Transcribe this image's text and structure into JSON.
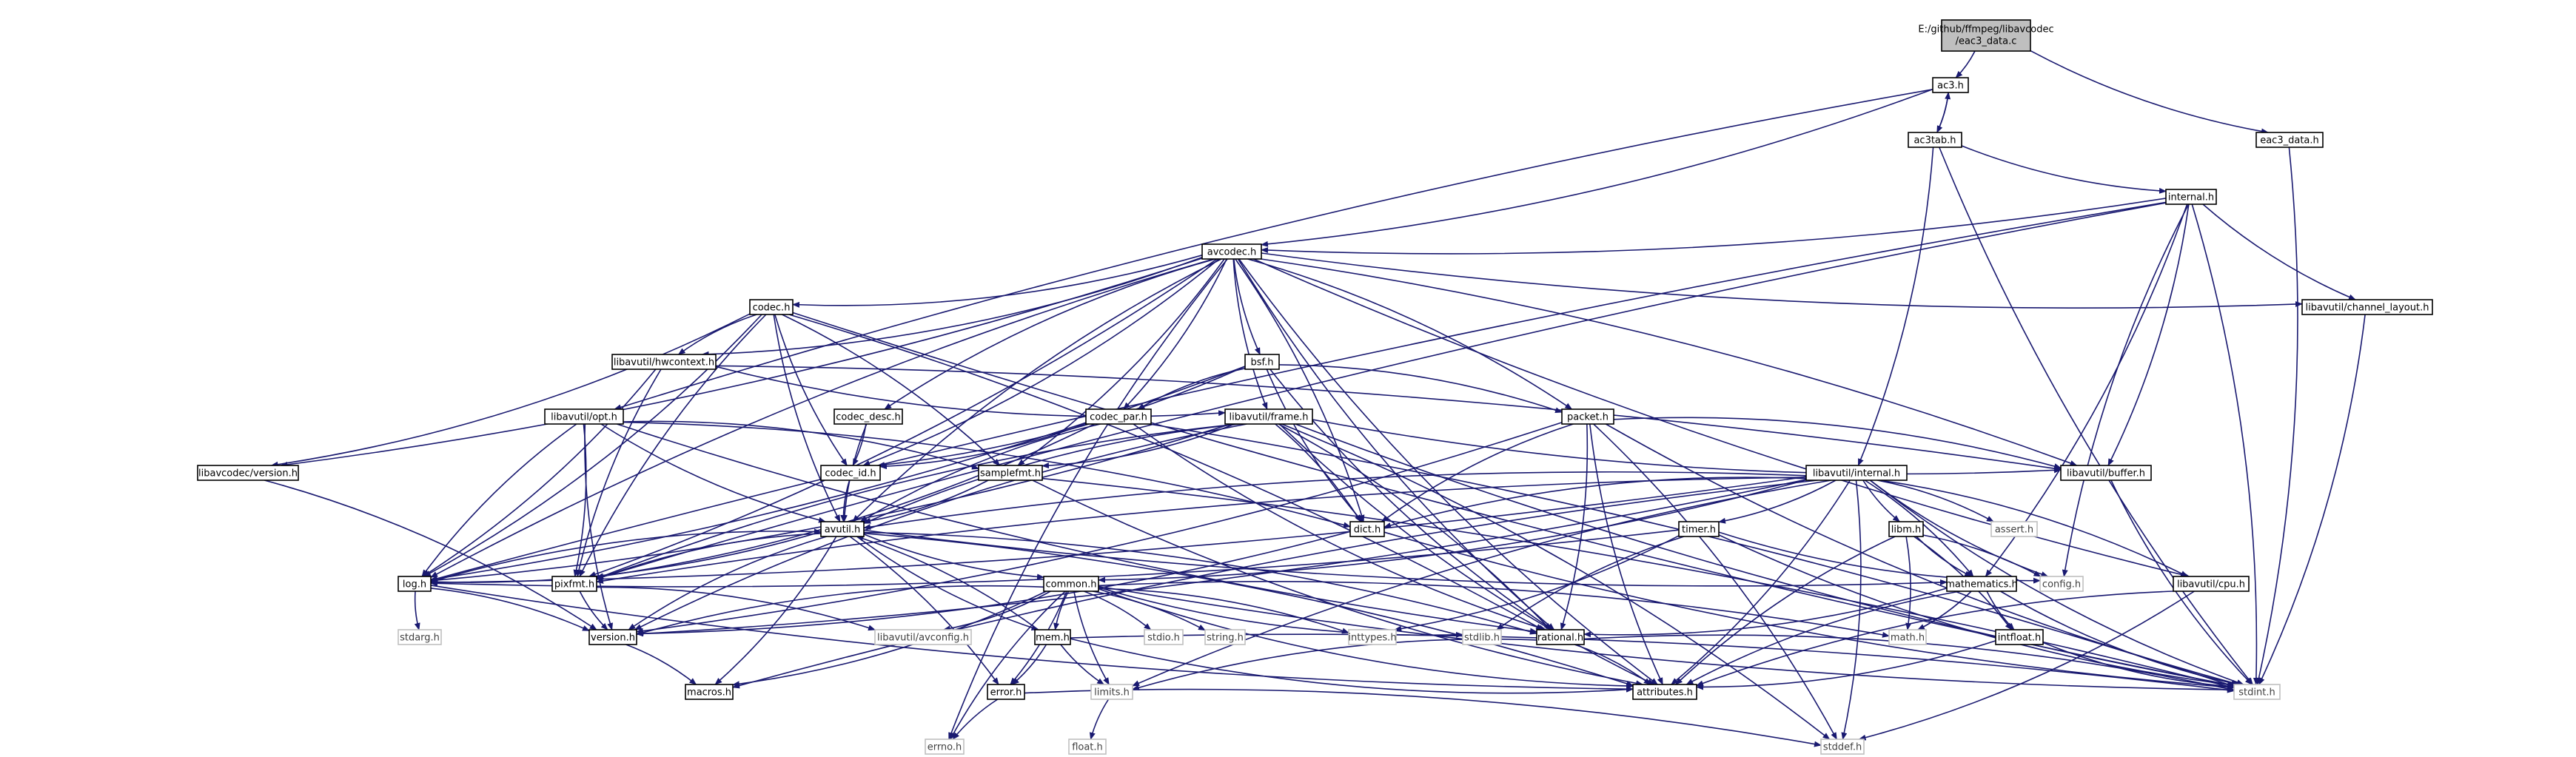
{
  "title": "E:/github/ffmpeg/libavcodec/eac3_data.c",
  "colors": {
    "edge": "#191970",
    "root_fill": "#bfbfbf",
    "box_border": "#000000",
    "system_border": "#bfbfbf",
    "system_text": "#404040"
  },
  "nodes": {
    "root": {
      "label_line1": "E:/github/ffmpeg/libavcodec",
      "label_line2": "/eac3_data.c",
      "kind": "root"
    },
    "ac3": {
      "label": "ac3.h",
      "kind": "normal"
    },
    "eac3data": {
      "label": "eac3_data.h",
      "kind": "normal"
    },
    "ac3tab": {
      "label": "ac3tab.h",
      "kind": "normal"
    },
    "internal": {
      "label": "internal.h",
      "kind": "normal"
    },
    "avcodec": {
      "label": "avcodec.h",
      "kind": "normal"
    },
    "chlayout": {
      "label": "libavutil/channel_layout.h",
      "kind": "normal"
    },
    "codec": {
      "label": "codec.h",
      "kind": "normal"
    },
    "hwctx": {
      "label": "libavutil/hwcontext.h",
      "kind": "normal"
    },
    "bsf": {
      "label": "bsf.h",
      "kind": "normal"
    },
    "codecdesc": {
      "label": "codec_desc.h",
      "kind": "normal"
    },
    "codecpar": {
      "label": "codec_par.h",
      "kind": "normal"
    },
    "frame": {
      "label": "libavutil/frame.h",
      "kind": "normal"
    },
    "packet": {
      "label": "packet.h",
      "kind": "normal"
    },
    "opt": {
      "label": "libavutil/opt.h",
      "kind": "normal"
    },
    "avcver": {
      "label": "libavcodec/version.h",
      "kind": "normal"
    },
    "codecid": {
      "label": "codec_id.h",
      "kind": "normal"
    },
    "samplefmt": {
      "label": "samplefmt.h",
      "kind": "normal"
    },
    "buffer": {
      "label": "libavutil/buffer.h",
      "kind": "normal"
    },
    "libavinternal": {
      "label": "libavutil/internal.h",
      "kind": "normal"
    },
    "dict": {
      "label": "dict.h",
      "kind": "normal"
    },
    "avutil": {
      "label": "avutil.h",
      "kind": "normal"
    },
    "timer": {
      "label": "timer.h",
      "kind": "normal"
    },
    "libm": {
      "label": "libm.h",
      "kind": "normal"
    },
    "asserth": {
      "label": "assert.h",
      "kind": "system"
    },
    "log": {
      "label": "log.h",
      "kind": "normal"
    },
    "pixfmt": {
      "label": "pixfmt.h",
      "kind": "normal"
    },
    "common": {
      "label": "common.h",
      "kind": "normal"
    },
    "mathematics": {
      "label": "mathematics.h",
      "kind": "normal"
    },
    "config": {
      "label": "config.h",
      "kind": "system"
    },
    "cpu": {
      "label": "libavutil/cpu.h",
      "kind": "normal"
    },
    "stdarg": {
      "label": "stdarg.h",
      "kind": "system"
    },
    "version": {
      "label": "version.h",
      "kind": "normal"
    },
    "avconfig": {
      "label": "libavutil/avconfig.h",
      "kind": "system"
    },
    "mem": {
      "label": "mem.h",
      "kind": "normal"
    },
    "stdio": {
      "label": "stdio.h",
      "kind": "system"
    },
    "string": {
      "label": "string.h",
      "kind": "system"
    },
    "inttypes": {
      "label": "inttypes.h",
      "kind": "system"
    },
    "stdlib": {
      "label": "stdlib.h",
      "kind": "system"
    },
    "rational": {
      "label": "rational.h",
      "kind": "normal"
    },
    "math": {
      "label": "math.h",
      "kind": "system"
    },
    "intfloat": {
      "label": "intfloat.h",
      "kind": "normal"
    },
    "macros": {
      "label": "macros.h",
      "kind": "normal"
    },
    "error": {
      "label": "error.h",
      "kind": "normal"
    },
    "limits": {
      "label": "limits.h",
      "kind": "system"
    },
    "attributes": {
      "label": "attributes.h",
      "kind": "normal"
    },
    "stdint": {
      "label": "stdint.h",
      "kind": "system"
    },
    "errno": {
      "label": "errno.h",
      "kind": "system"
    },
    "float": {
      "label": "float.h",
      "kind": "system"
    },
    "stddef": {
      "label": "stddef.h",
      "kind": "system"
    }
  },
  "edges": [
    [
      "root",
      "ac3"
    ],
    [
      "root",
      "eac3data"
    ],
    [
      "ac3",
      "ac3tab"
    ],
    [
      "ac3tab",
      "ac3"
    ],
    [
      "ac3",
      "avcodec"
    ],
    [
      "ac3",
      "opt"
    ],
    [
      "eac3data",
      "stdint"
    ],
    [
      "ac3tab",
      "internal"
    ],
    [
      "ac3tab",
      "libavinternal"
    ],
    [
      "ac3tab",
      "stdint"
    ],
    [
      "internal",
      "avcodec"
    ],
    [
      "internal",
      "chlayout"
    ],
    [
      "internal",
      "buffer"
    ],
    [
      "internal",
      "pixfmt"
    ],
    [
      "internal",
      "mathematics"
    ],
    [
      "internal",
      "config"
    ],
    [
      "internal",
      "stdint"
    ],
    [
      "internal",
      "log"
    ],
    [
      "avcodec",
      "codec"
    ],
    [
      "avcodec",
      "codecdesc"
    ],
    [
      "avcodec",
      "codecpar"
    ],
    [
      "avcodec",
      "bsf"
    ],
    [
      "avcodec",
      "packet"
    ],
    [
      "avcodec",
      "frame"
    ],
    [
      "avcodec",
      "dict"
    ],
    [
      "avcodec",
      "rational"
    ],
    [
      "avcodec",
      "samplefmt"
    ],
    [
      "avcodec",
      "avutil"
    ],
    [
      "avcodec",
      "buffer"
    ],
    [
      "avcodec",
      "cpu"
    ],
    [
      "avcodec",
      "hwctx"
    ],
    [
      "avcodec",
      "chlayout"
    ],
    [
      "avcodec",
      "avcver"
    ],
    [
      "avcodec",
      "log"
    ],
    [
      "avcodec",
      "pixfmt"
    ],
    [
      "avcodec",
      "attributes"
    ],
    [
      "avcodec",
      "codecid"
    ],
    [
      "avcodec",
      "errno"
    ],
    [
      "chlayout",
      "stdint"
    ],
    [
      "codec",
      "hwctx"
    ],
    [
      "codec",
      "avcver"
    ],
    [
      "codec",
      "codecid"
    ],
    [
      "codec",
      "samplefmt"
    ],
    [
      "codec",
      "avutil"
    ],
    [
      "codec",
      "log"
    ],
    [
      "codec",
      "pixfmt"
    ],
    [
      "codec",
      "rational"
    ],
    [
      "codec",
      "stdint"
    ],
    [
      "hwctx",
      "buffer"
    ],
    [
      "hwctx",
      "frame"
    ],
    [
      "hwctx",
      "log"
    ],
    [
      "hwctx",
      "pixfmt"
    ],
    [
      "bsf",
      "codecid"
    ],
    [
      "bsf",
      "codecpar"
    ],
    [
      "bsf",
      "packet"
    ],
    [
      "bsf",
      "dict"
    ],
    [
      "bsf",
      "log"
    ],
    [
      "bsf",
      "rational"
    ],
    [
      "codecdesc",
      "codecid"
    ],
    [
      "codecdesc",
      "avutil"
    ],
    [
      "codecpar",
      "codecid"
    ],
    [
      "codecpar",
      "avutil"
    ],
    [
      "codecpar",
      "pixfmt"
    ],
    [
      "codecpar",
      "rational"
    ],
    [
      "codecpar",
      "stdint"
    ],
    [
      "frame",
      "buffer"
    ],
    [
      "frame",
      "dict"
    ],
    [
      "frame",
      "avutil"
    ],
    [
      "frame",
      "samplefmt"
    ],
    [
      "frame",
      "pixfmt"
    ],
    [
      "frame",
      "rational"
    ],
    [
      "frame",
      "version"
    ],
    [
      "frame",
      "log"
    ],
    [
      "frame",
      "attributes"
    ],
    [
      "frame",
      "stddef"
    ],
    [
      "frame",
      "stdint"
    ],
    [
      "packet",
      "buffer"
    ],
    [
      "packet",
      "dict"
    ],
    [
      "packet",
      "rational"
    ],
    [
      "packet",
      "attributes"
    ],
    [
      "packet",
      "stddef"
    ],
    [
      "packet",
      "stdint"
    ],
    [
      "packet",
      "version"
    ],
    [
      "opt",
      "avutil"
    ],
    [
      "opt",
      "dict"
    ],
    [
      "opt",
      "log"
    ],
    [
      "opt",
      "pixfmt"
    ],
    [
      "opt",
      "rational"
    ],
    [
      "opt",
      "samplefmt"
    ],
    [
      "opt",
      "version"
    ],
    [
      "avcver",
      "version"
    ],
    [
      "codecid",
      "avutil"
    ],
    [
      "samplefmt",
      "avutil"
    ],
    [
      "samplefmt",
      "attributes"
    ],
    [
      "samplefmt",
      "stdint"
    ],
    [
      "buffer",
      "stdint"
    ],
    [
      "libavinternal",
      "timer"
    ],
    [
      "libavinternal",
      "libm"
    ],
    [
      "libavinternal",
      "asserth"
    ],
    [
      "libavinternal",
      "config"
    ],
    [
      "libavinternal",
      "cpu"
    ],
    [
      "libavinternal",
      "dict"
    ],
    [
      "libavinternal",
      "log"
    ],
    [
      "libavinternal",
      "pixfmt"
    ],
    [
      "libavinternal",
      "common"
    ],
    [
      "libavinternal",
      "avutil"
    ],
    [
      "libavinternal",
      "version"
    ],
    [
      "libavinternal",
      "macros"
    ],
    [
      "libavinternal",
      "attributes"
    ],
    [
      "libavinternal",
      "stdint"
    ],
    [
      "libavinternal",
      "stddef"
    ],
    [
      "libavinternal",
      "limits"
    ],
    [
      "libavinternal",
      "mathematics"
    ],
    [
      "dict",
      "stdint"
    ],
    [
      "dict",
      "version"
    ],
    [
      "avutil",
      "common"
    ],
    [
      "avutil",
      "rational"
    ],
    [
      "avutil",
      "version"
    ],
    [
      "avutil",
      "macros"
    ],
    [
      "avutil",
      "mathematics"
    ],
    [
      "avutil",
      "log"
    ],
    [
      "avutil",
      "pixfmt"
    ],
    [
      "avutil",
      "error"
    ],
    [
      "avutil",
      "mem"
    ],
    [
      "avutil",
      "attributes"
    ],
    [
      "timer",
      "config"
    ],
    [
      "timer",
      "inttypes"
    ],
    [
      "timer",
      "stdlib"
    ],
    [
      "timer",
      "log"
    ],
    [
      "timer",
      "stdint"
    ],
    [
      "libm",
      "config"
    ],
    [
      "libm",
      "attributes"
    ],
    [
      "libm",
      "intfloat"
    ],
    [
      "libm",
      "mathematics"
    ],
    [
      "libm",
      "math"
    ],
    [
      "log",
      "stdarg"
    ],
    [
      "log",
      "version"
    ],
    [
      "log",
      "attributes"
    ],
    [
      "log",
      "avutil"
    ],
    [
      "pixfmt",
      "version"
    ],
    [
      "pixfmt",
      "avconfig"
    ],
    [
      "common",
      "errno"
    ],
    [
      "common",
      "inttypes"
    ],
    [
      "common",
      "limits"
    ],
    [
      "common",
      "math"
    ],
    [
      "common",
      "stdint"
    ],
    [
      "common",
      "stdio"
    ],
    [
      "common",
      "stdlib"
    ],
    [
      "common",
      "string"
    ],
    [
      "common",
      "attributes"
    ],
    [
      "common",
      "macros"
    ],
    [
      "common",
      "version"
    ],
    [
      "common",
      "avconfig"
    ],
    [
      "common",
      "mem"
    ],
    [
      "common",
      "error"
    ],
    [
      "mathematics",
      "stdint"
    ],
    [
      "mathematics",
      "math"
    ],
    [
      "mathematics",
      "attributes"
    ],
    [
      "mathematics",
      "rational"
    ],
    [
      "mathematics",
      "intfloat"
    ],
    [
      "cpu",
      "stddef"
    ],
    [
      "cpu",
      "attributes"
    ],
    [
      "version",
      "macros"
    ],
    [
      "mem",
      "limits"
    ],
    [
      "mem",
      "stdint"
    ],
    [
      "mem",
      "attributes"
    ],
    [
      "mem",
      "error"
    ],
    [
      "mem",
      "avutil"
    ],
    [
      "rational",
      "stdint"
    ],
    [
      "rational",
      "limits"
    ],
    [
      "rational",
      "attributes"
    ],
    [
      "intfloat",
      "stdint"
    ],
    [
      "intfloat",
      "attributes"
    ],
    [
      "error",
      "errno"
    ],
    [
      "error",
      "stddef"
    ],
    [
      "limits",
      "float"
    ]
  ]
}
